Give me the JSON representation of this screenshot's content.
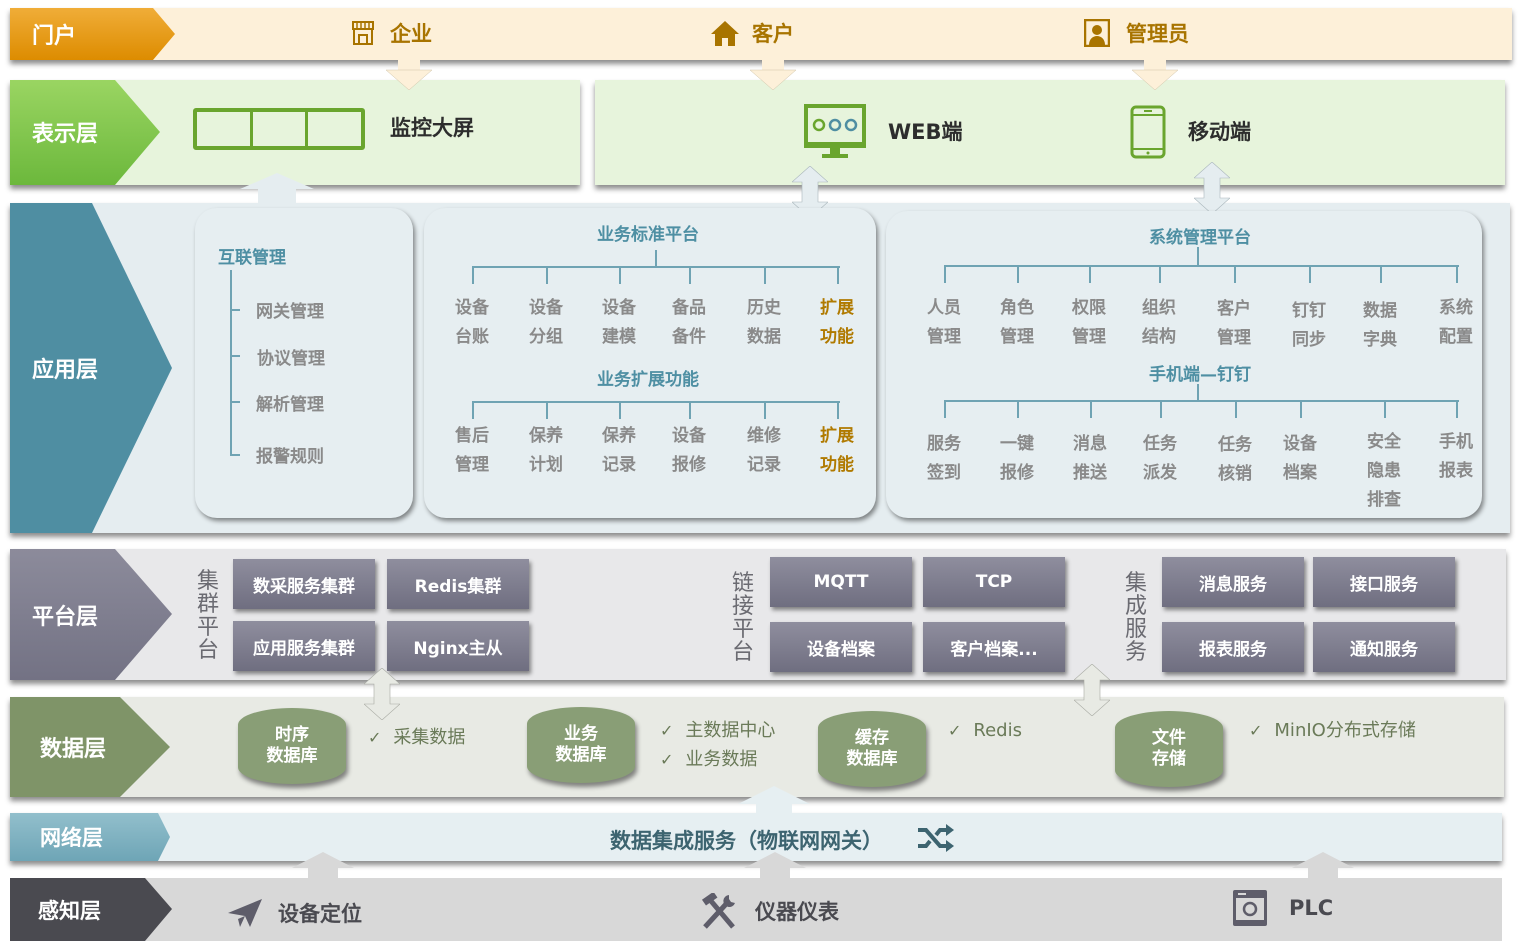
{
  "portal": {
    "label": "门户",
    "items": [
      {
        "icon": "store-icon",
        "label": "企业"
      },
      {
        "icon": "home-icon",
        "label": "客户"
      },
      {
        "icon": "user-portrait-icon",
        "label": "管理员"
      }
    ]
  },
  "presentation": {
    "label": "表示层",
    "monitor_screen": "监控大屏",
    "web": "WEB端",
    "mobile": "移动端"
  },
  "application": {
    "label": "应用层",
    "iot_mgmt": {
      "title": "互联管理",
      "items": [
        "网关管理",
        "协议管理",
        "解析管理",
        "报警规则"
      ]
    },
    "business_std": {
      "title": "业务标准平台",
      "items": [
        "设备\n台账",
        "设备\n分组",
        "设备\n建模",
        "备品\n备件",
        "历史\n数据",
        "扩展\n功能"
      ]
    },
    "business_ext": {
      "title": "业务扩展功能",
      "items": [
        "售后\n管理",
        "保养\n计划",
        "保养\n记录",
        "设备\n报修",
        "维修\n记录",
        "扩展\n功能"
      ]
    },
    "sys_mgmt": {
      "title": "系统管理平台",
      "items": [
        "人员\n管理",
        "角色\n管理",
        "权限\n管理",
        "组织\n结构",
        "客户\n管理",
        "钉钉\n同步",
        "数据\n字典",
        "系统\n配置"
      ]
    },
    "mobile_dd": {
      "title": "手机端—钉钉",
      "items": [
        "服务\n签到",
        "一键\n报修",
        "消息\n推送",
        "任务\n派发",
        "任务\n核销",
        "设备\n档案",
        "安全\n隐患\n排查",
        "手机\n报表"
      ]
    }
  },
  "platform": {
    "label": "平台层",
    "cluster": {
      "label": "集\n群\n平\n台",
      "items": [
        "数采服务集群",
        "Redis集群",
        "应用服务集群",
        "Nginx主从"
      ]
    },
    "link": {
      "label": "链\n接\n平\n台",
      "items": [
        "MQTT",
        "TCP",
        "设备档案",
        "客户档案..."
      ]
    },
    "integration": {
      "label": "集\n成\n服\n务",
      "items": [
        "消息服务",
        "接口服务",
        "报表服务",
        "通知服务"
      ]
    }
  },
  "data": {
    "label": "数据层",
    "stores": [
      {
        "name": "时序\n数据库",
        "notes": [
          "采集数据"
        ]
      },
      {
        "name": "业务\n数据库",
        "notes": [
          "主数据中心",
          "业务数据"
        ]
      },
      {
        "name": "缓存\n数据库",
        "notes": [
          "Redis"
        ]
      },
      {
        "name": "文件\n存储",
        "notes": [
          "MinIO分布式存储"
        ]
      }
    ],
    "check_mark": "✓"
  },
  "network": {
    "label": "网络层",
    "service": "数据集成服务（物联网网关）"
  },
  "perception": {
    "label": "感知层",
    "items": [
      {
        "icon": "paper-plane-icon",
        "label": "设备定位"
      },
      {
        "icon": "tools-icon",
        "label": "仪器仪表"
      },
      {
        "icon": "camera-icon",
        "label": "PLC"
      }
    ]
  },
  "colors": {
    "portal": "#e89a0c",
    "presentation": "#7cc24a",
    "application": "#4f8ea2",
    "platform": "#7b7a8c",
    "data": "#7f9468",
    "network": "#7fb1c1",
    "perception": "#4a4a50",
    "extension": "#b07a00"
  }
}
